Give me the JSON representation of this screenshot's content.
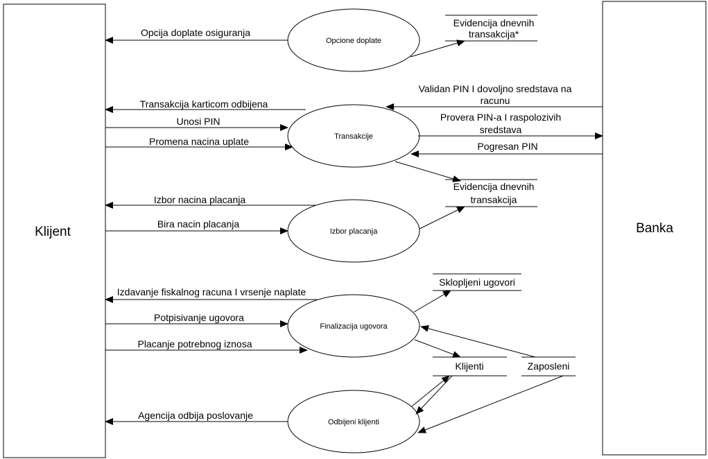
{
  "entities": {
    "client": "Klijent",
    "bank": "Banka",
    "employees": "Zaposleni"
  },
  "processes": {
    "optional": "Opcione doplate",
    "transactions": "Transakcije",
    "payment_choice": "Izbor placanja",
    "finalization": "Finalizacija ugovora",
    "rejected": "Odbijeni klijenti"
  },
  "stores": {
    "daily_star_1": "Evidencija dnevnih",
    "daily_star_2": "transakcija*",
    "daily_1": "Evidencija dnevnih",
    "daily_2": "transakcija",
    "contracts": "Sklopljeni ugovori",
    "clients": "Klijenti"
  },
  "flows": {
    "insurance_option": "Opcija doplate osiguranja",
    "card_rejected": "Transakcija karticom odbijena",
    "enter_pin": "Unosi PIN",
    "change_payment": "Promena nacina uplate",
    "valid_pin_1": "Validan PIN I dovoljno sredstava na",
    "valid_pin_2": "racunu",
    "check_pin_1": "Provera PIN-a I raspolozivih",
    "check_pin_2": "sredstava",
    "wrong_pin": "Pogresan PIN",
    "payment_method_choice": "Izbor nacina placanja",
    "chooses_method": "Bira nacin placanja",
    "invoice": "Izdavanje fiskalnog racuna I vrsenje naplate",
    "signing": "Potpisivanje ugovora",
    "pay_amount": "Placanje potrebnog iznosa",
    "agency_refuses": "Agencija odbija poslovanje"
  }
}
